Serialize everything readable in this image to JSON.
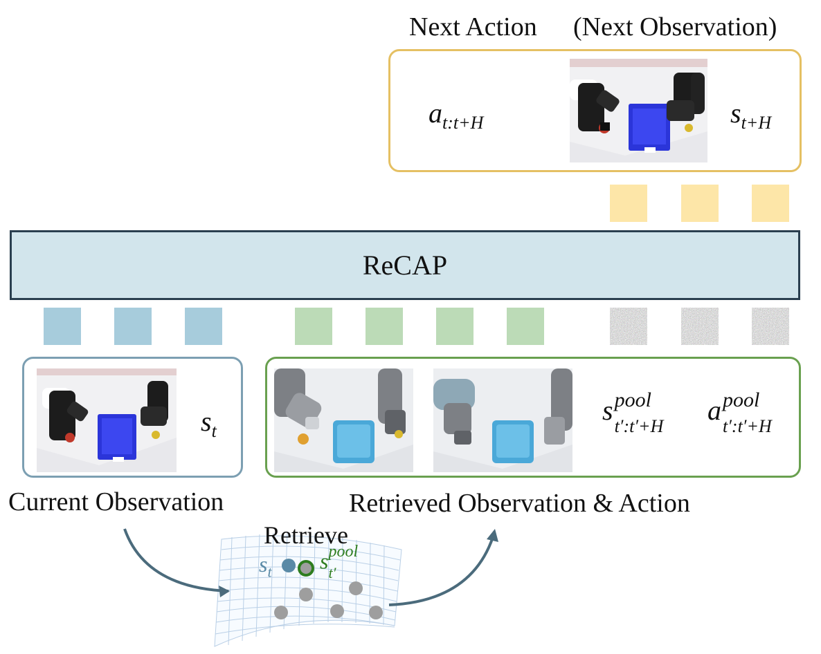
{
  "title_next_action": "Next Action",
  "title_next_observation": "(Next Observation)",
  "model_name": "ReCAP",
  "caption_current": "Current Observation",
  "caption_retrieved": "Retrieved Observation & Action",
  "caption_retrieve": "Retrieve",
  "math": {
    "a": "a",
    "a_sub": "t:t+H",
    "s": "s",
    "s_next_sub": "t+H",
    "s_cur_sub": "t",
    "s_pool_sup": "pool",
    "s_pool_sub": "t′:t′+H",
    "a_pool_sup": "pool",
    "a_pool_sub": "t′:t′+H",
    "s_t_sub": "t",
    "s_pool_prime_sup": "pool",
    "s_pool_prime_sub": "t′"
  },
  "colors": {
    "output_border": "#e5c063",
    "output_token": "#fde6a8",
    "current_border": "#7c9fb2",
    "current_token": "#a7ccdc",
    "retrieved_border": "#69a04f",
    "retrieved_token": "#bcdbb7",
    "noise_token": "#6f6f6f",
    "recap_fill": "#d2e5ec",
    "recap_border": "#2a3f4f",
    "arrow": "#4b6b7c",
    "query_point": "#5a8aa6",
    "pool_point_border": "#2e7d1f",
    "other_point": "#9e9e9e"
  },
  "icons": [
    "robot-arm-scene",
    "retrieval-manifold"
  ]
}
